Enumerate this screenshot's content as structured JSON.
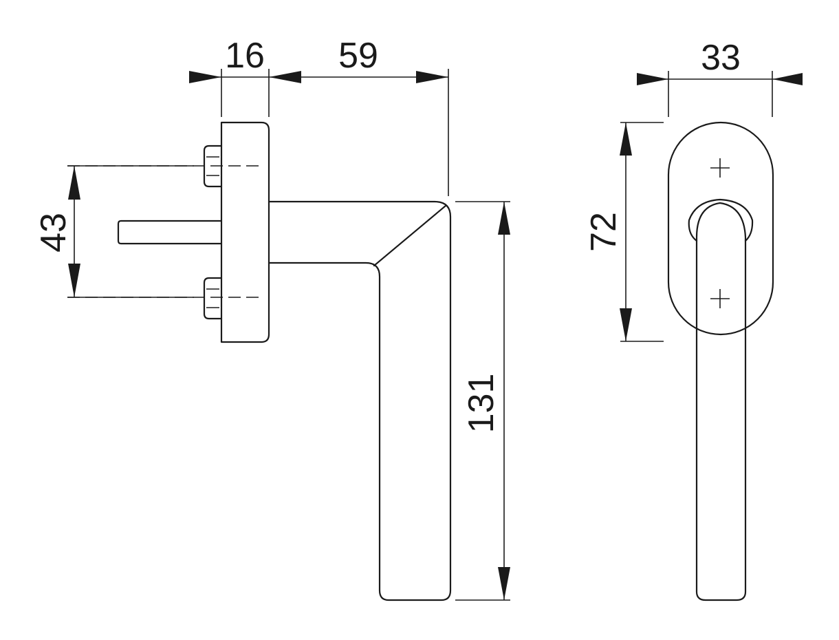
{
  "drawing": {
    "dimensions": {
      "rose_depth": "16",
      "handle_projection": "59",
      "screw_spacing": "43",
      "handle_length": "131",
      "rose_width": "33",
      "rose_height": "72"
    }
  }
}
